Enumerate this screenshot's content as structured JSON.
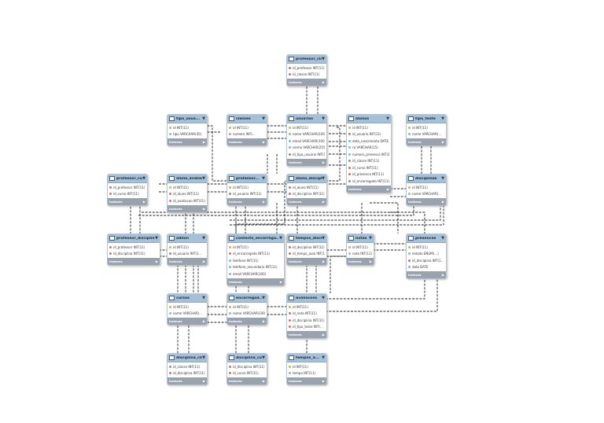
{
  "footer_label": "Indexes",
  "tables": [
    {
      "id": "professor_classe",
      "title": "professor_clas...",
      "rows": [
        {
          "text": "id_professor INT(11)",
          "kind": "fk"
        },
        {
          "text": "id_classe INT(11)",
          "kind": "fk"
        }
      ]
    },
    {
      "id": "tipo_usuario",
      "title": "tipo_usua...",
      "rows": [
        {
          "text": "id INT(11)",
          "kind": "pk"
        },
        {
          "text": "tipo VARCHAR(45)",
          "kind": "col"
        }
      ]
    },
    {
      "id": "classes",
      "title": "classes",
      "rows": [
        {
          "text": "id INT(11)",
          "kind": "pk"
        },
        {
          "text": "numero INT(...",
          "kind": "col"
        }
      ]
    },
    {
      "id": "usuarios",
      "title": "usuarios",
      "rows": [
        {
          "text": "id INT(11)",
          "kind": "pk"
        },
        {
          "text": "nome VARCHAR(100)",
          "kind": "col"
        },
        {
          "text": "email VARCHAR(100)",
          "kind": "col"
        },
        {
          "text": "senha VARCHAR(255)",
          "kind": "col"
        },
        {
          "text": "id_tipo_usuario INT(1...",
          "kind": "fk"
        }
      ]
    },
    {
      "id": "alunos",
      "title": "alunos",
      "rows": [
        {
          "text": "id INT(11)",
          "kind": "pk"
        },
        {
          "text": "id_usuario INT(11)",
          "kind": "fk"
        },
        {
          "text": "data_nascimento DATE",
          "kind": "col"
        },
        {
          "text": "ra VARCHAR(15)",
          "kind": "col"
        },
        {
          "text": "numero_presenca INT(1...",
          "kind": "col"
        },
        {
          "text": "id_classe INT(11)",
          "kind": "fk"
        },
        {
          "text": "id_curso INT(11)",
          "kind": "fk"
        },
        {
          "text": "id_presenca INT(11)",
          "kind": "fk"
        },
        {
          "text": "id_encarregado INT(11)",
          "kind": "fk"
        }
      ]
    },
    {
      "id": "tipo_teste",
      "title": "tipo_teste",
      "rows": [
        {
          "text": "id INT(11)",
          "kind": "pk"
        },
        {
          "text": "nome VARCHAR(...",
          "kind": "col"
        }
      ]
    },
    {
      "id": "professor_curso",
      "title": "professor_cur...",
      "rows": [
        {
          "text": "id_professor INT(11)",
          "kind": "fk"
        },
        {
          "text": "id_curso INT(11)",
          "kind": "fk"
        }
      ]
    },
    {
      "id": "aluno_avaliacao",
      "title": "aluno_avaliac...",
      "rows": [
        {
          "text": "id INT(11)",
          "kind": "pk"
        },
        {
          "text": "id_aluno INT(11)",
          "kind": "fk"
        },
        {
          "text": "id_avaliacao INT(11)",
          "kind": "fk"
        }
      ]
    },
    {
      "id": "professores",
      "title": "professor...",
      "rows": [
        {
          "text": "id INT(11)",
          "kind": "pk"
        },
        {
          "text": "id_usuario INT(11)",
          "kind": "fk"
        }
      ]
    },
    {
      "id": "aluno_disciplina",
      "title": "aluno_discipl...",
      "rows": [
        {
          "text": "id_aluno INT(11)",
          "kind": "fk"
        },
        {
          "text": "id_disciplina INT(11)",
          "kind": "fk"
        }
      ]
    },
    {
      "id": "disciplinas",
      "title": "disciplinas",
      "rows": [
        {
          "text": "id INT(11)",
          "kind": "pk"
        },
        {
          "text": "nome VARCHAR(...",
          "kind": "col"
        }
      ]
    },
    {
      "id": "professor_disciplina",
      "title": "professor_disciplina",
      "rows": [
        {
          "text": "id_professor INT(11)",
          "kind": "fk"
        },
        {
          "text": "id_disciplina INT(11)",
          "kind": "fk"
        }
      ]
    },
    {
      "id": "admin",
      "title": "admin",
      "rows": [
        {
          "text": "id INT(11)",
          "kind": "pk"
        },
        {
          "text": "id_usuario INT(1...",
          "kind": "fk"
        }
      ]
    },
    {
      "id": "contacto_encarregado",
      "title": "contacto_encarrega...",
      "rows": [
        {
          "text": "id INT(11)",
          "kind": "pk"
        },
        {
          "text": "id_encarregado INT(11)",
          "kind": "fk"
        },
        {
          "text": "telefone INT(11)",
          "kind": "col"
        },
        {
          "text": "telefone_secundario INT(11)",
          "kind": "col"
        },
        {
          "text": "email VARCHAR(100)",
          "kind": "col"
        }
      ]
    },
    {
      "id": "tempos_disciplina",
      "title": "tempos_discipli...",
      "rows": [
        {
          "text": "id_disciplina INT(11)",
          "kind": "fk"
        },
        {
          "text": "id_tempo_aula INT(11)",
          "kind": "fk"
        }
      ]
    },
    {
      "id": "notas",
      "title": "notas",
      "rows": [
        {
          "text": "id INT(11)",
          "kind": "pk"
        },
        {
          "text": "nota INT(11)",
          "kind": "col"
        }
      ]
    },
    {
      "id": "presencas",
      "title": "presencas",
      "rows": [
        {
          "text": "id INT(11)",
          "kind": "pk"
        },
        {
          "text": "estado ENUM(...)",
          "kind": "col"
        },
        {
          "text": "id_disciplina INT(1...",
          "kind": "fk"
        },
        {
          "text": "data DATE",
          "kind": "col"
        }
      ]
    },
    {
      "id": "cursos",
      "title": "cursos",
      "rows": [
        {
          "text": "id INT(11)",
          "kind": "pk"
        },
        {
          "text": "nome VARCHAR(...",
          "kind": "col"
        }
      ]
    },
    {
      "id": "encarregados",
      "title": "encarregad...",
      "rows": [
        {
          "text": "id INT(11)",
          "kind": "pk"
        },
        {
          "text": "nome VARCHAR(100)",
          "kind": "col"
        }
      ]
    },
    {
      "id": "avaliacoes",
      "title": "avaliacoes",
      "rows": [
        {
          "text": "id INT(11)",
          "kind": "pk"
        },
        {
          "text": "id_nota INT(11)",
          "kind": "fk"
        },
        {
          "text": "id_disciplina INT(11)",
          "kind": "fk"
        },
        {
          "text": "id_tipo_teste INT(...",
          "kind": "fk"
        }
      ]
    },
    {
      "id": "disciplina_classe",
      "title": "disciplina_clas...",
      "rows": [
        {
          "text": "id_classe INT(11)",
          "kind": "fk"
        },
        {
          "text": "id_disciplina INT(11)",
          "kind": "fk"
        }
      ]
    },
    {
      "id": "disciplina_curso",
      "title": "disciplina_cur...",
      "rows": [
        {
          "text": "id_disciplina INT(11)",
          "kind": "fk"
        },
        {
          "text": "id_curso INT(11)",
          "kind": "fk"
        }
      ]
    },
    {
      "id": "tempos_aula",
      "title": "tempos_a...",
      "rows": [
        {
          "text": "id INT(11)",
          "kind": "pk"
        },
        {
          "text": "tempo INT(11)",
          "kind": "col"
        }
      ]
    }
  ]
}
